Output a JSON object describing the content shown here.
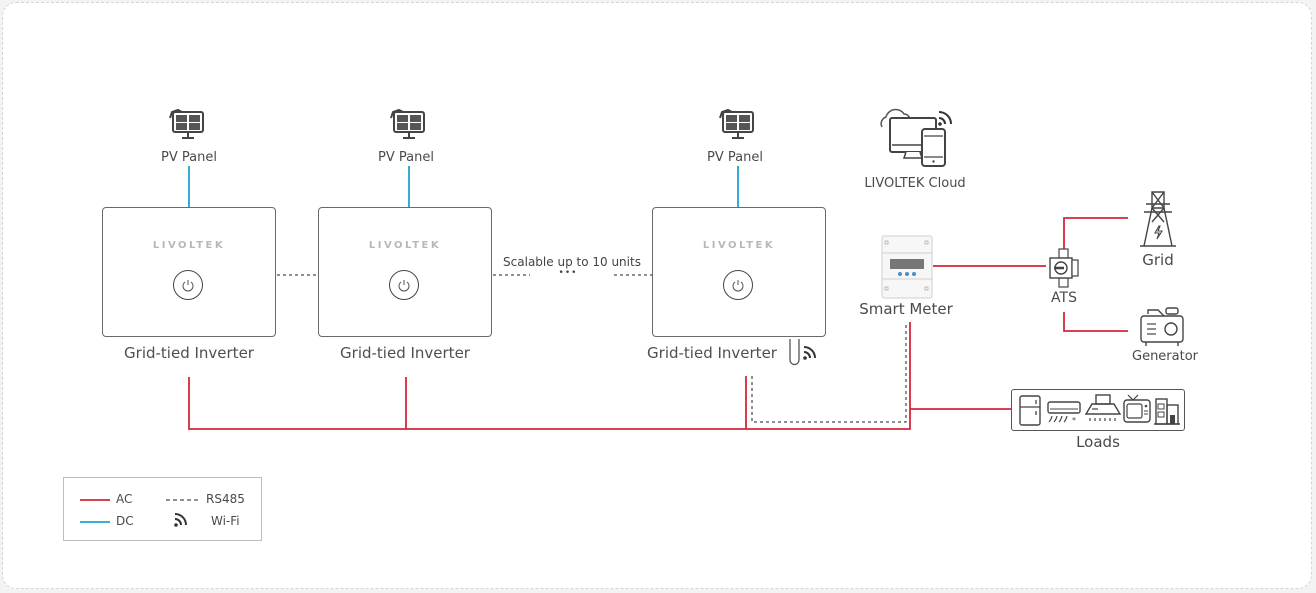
{
  "diagram": {
    "pv_panels": [
      {
        "label": "PV Panel"
      },
      {
        "label": "PV Panel"
      },
      {
        "label": "PV Panel"
      }
    ],
    "inverters": [
      {
        "label": "Grid-tied Inverter",
        "brand": "LIVOLTEK"
      },
      {
        "label": "Grid-tied Inverter",
        "brand": "LIVOLTEK"
      },
      {
        "label": "Grid-tied Inverter",
        "brand": "LIVOLTEK"
      }
    ],
    "scalable_note": "Scalable up to 10 units",
    "ellipsis": "•••",
    "cloud_label": "LIVOLTEK Cloud",
    "smart_meter_label": "Smart Meter",
    "ats_label": "ATS",
    "grid_label": "Grid",
    "generator_label": "Generator",
    "loads_label": "Loads",
    "load_icons": [
      "fridge-icon",
      "air-conditioner-icon",
      "range-hood-icon",
      "tv-icon",
      "building-icon"
    ]
  },
  "legend": {
    "items": [
      {
        "label": "AC",
        "style": "solid",
        "color": "#d2283c"
      },
      {
        "label": "DC",
        "style": "solid",
        "color": "#1fa3cf"
      },
      {
        "label": "RS485",
        "style": "dashed",
        "color": "#222222"
      },
      {
        "label": "Wi-Fi",
        "style": "wifi-icon",
        "color": "#333333"
      }
    ]
  },
  "colors": {
    "ac": "#d2283c",
    "dc": "#1fa3cf",
    "rs485": "#222222",
    "outline": "#555555"
  }
}
